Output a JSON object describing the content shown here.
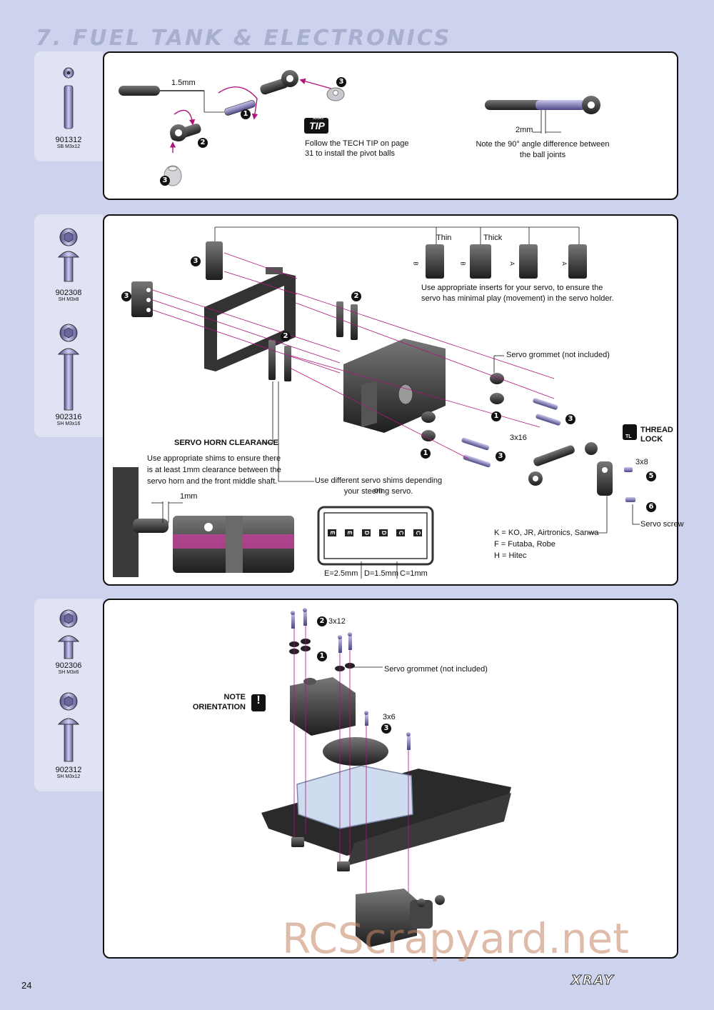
{
  "page": {
    "title": "7. FUEL TANK & ELECTRONICS",
    "page_number": "24",
    "brand": "XRAY",
    "watermark": "RCScrapyard.net"
  },
  "step1": {
    "parts": [
      {
        "number": "901312",
        "code": "SB M3x12"
      }
    ],
    "labels": {
      "hex_size": "1.5mm",
      "tip_brand": "XRAY",
      "tip": "TIP",
      "tip_text_1": "Follow the TECH TIP on page",
      "tip_text_2": "31 to install the pivot balls",
      "angle_gap": "2mm",
      "angle_note_1": "Note the 90° angle difference between",
      "angle_note_2": "the ball joints"
    },
    "callouts": [
      "1",
      "2",
      "3",
      "3"
    ]
  },
  "step2": {
    "parts": [
      {
        "number": "902308",
        "code": "SH M3x8"
      },
      {
        "number": "902316",
        "code": "SH M3x16"
      }
    ],
    "labels": {
      "thin": "Thin",
      "thick": "Thick",
      "insert_b": "B",
      "insert_a": "A",
      "inserts_1": "Use appropriate inserts for your servo, to ensure the",
      "inserts_2": "servo has minimal play (movement) in the servo holder.",
      "grommet": "Servo grommet (not included)",
      "screw_3x16": "3x16",
      "thread_lock_1": "THREAD",
      "thread_lock_2": "LOCK",
      "thread_lock_icon": "TL",
      "screw_3x8": "3x8",
      "servo_screw": "Servo screw",
      "horn_clearance": "SERVO HORN CLEARANCE",
      "horn_text_1": "Use appropriate shims to ensure there",
      "horn_text_2": "is at least 1mm clearance between the",
      "horn_text_3": "servo horn and the front middle shaft.",
      "clearance": "1mm",
      "shims_1": "Use different servo shims depending on",
      "shims_2": "your steering servo.",
      "shim_letters": [
        "E",
        "E",
        "D",
        "D",
        "C",
        "C"
      ],
      "shim_sizes": [
        "E=2.5mm",
        "D=1.5mm",
        "C=1mm"
      ],
      "brand_k": "K = KO, JR, Airtronics, Sanwa",
      "brand_f": "F = Futaba, Robe",
      "brand_h": "H = Hitec"
    },
    "callouts": [
      "3",
      "3",
      "2",
      "2",
      "1",
      "1",
      "3",
      "3",
      "5",
      "6"
    ]
  },
  "step3": {
    "parts": [
      {
        "number": "902306",
        "code": "SH M3x6"
      },
      {
        "number": "902312",
        "code": "SH M3x12"
      }
    ],
    "labels": {
      "screw_3x12": "3x12",
      "grommet": "Servo grommet (not included)",
      "screw_3x6": "3x6",
      "note_1": "NOTE",
      "note_2": "ORIENTATION",
      "note_icon": "!"
    },
    "callouts": [
      "2",
      "1",
      "3"
    ]
  },
  "colors": {
    "background": "#cdd3ec",
    "tab": "#dfe3f4",
    "panel": "#ffffff",
    "arrow": "#b0157a",
    "part_metal": "#8a86b8",
    "title": "#a9b0cf",
    "watermark": "#c48462"
  }
}
